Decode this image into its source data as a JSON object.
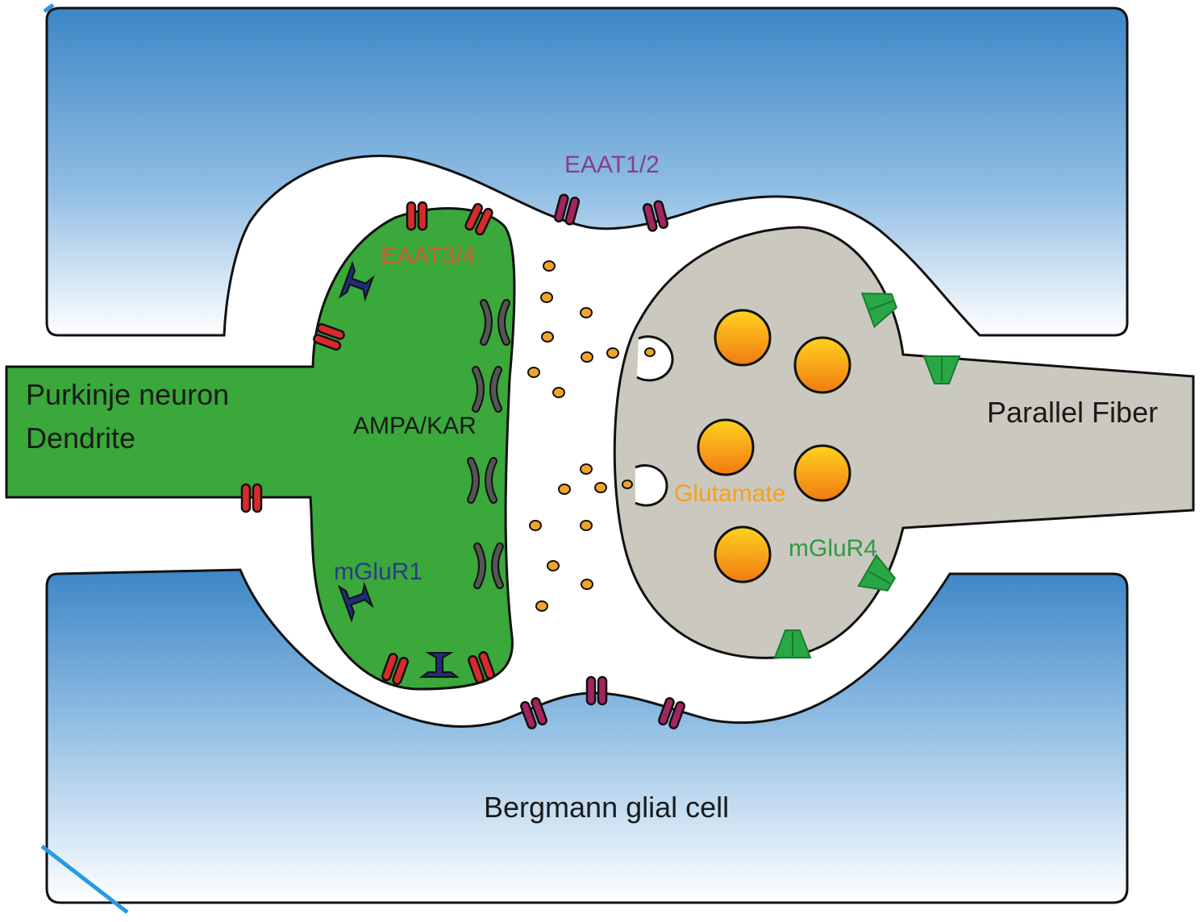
{
  "labels": {
    "purkinje_line1": "Purkinje neuron",
    "purkinje_line2": "Dendrite",
    "parallel_fiber": "Parallel Fiber",
    "bergmann": "Bergmann glial cell",
    "eaat12": "EAAT1/2",
    "eaat34": "EAAT3/4",
    "ampa_kar": "AMPA/KAR",
    "glutamate": "Glutamate",
    "mglur4": "mGluR4",
    "mglur1": "mGluR1"
  },
  "colors": {
    "glia_top": "#3d86c6",
    "glia_bottom": "#ffffff",
    "dendrite": "#3aa83a",
    "fiber": "#cbc8bf",
    "eaat34": "#d92a2a",
    "eaat12": "#a3245e",
    "ampa": "#555555",
    "mglur1": "#1f2d7a",
    "mglur4": "#27a845",
    "vesicle_top": "#ffd21f",
    "vesicle_bottom": "#f07b12",
    "glutamate": "#f0a52a",
    "label_eaat12": "#8a3c8e",
    "label_eaat34": "#d25a32",
    "label_glutamate": "#f4a020",
    "label_mglur4": "#2f9a45",
    "label_mglur1": "#2c3a88"
  }
}
